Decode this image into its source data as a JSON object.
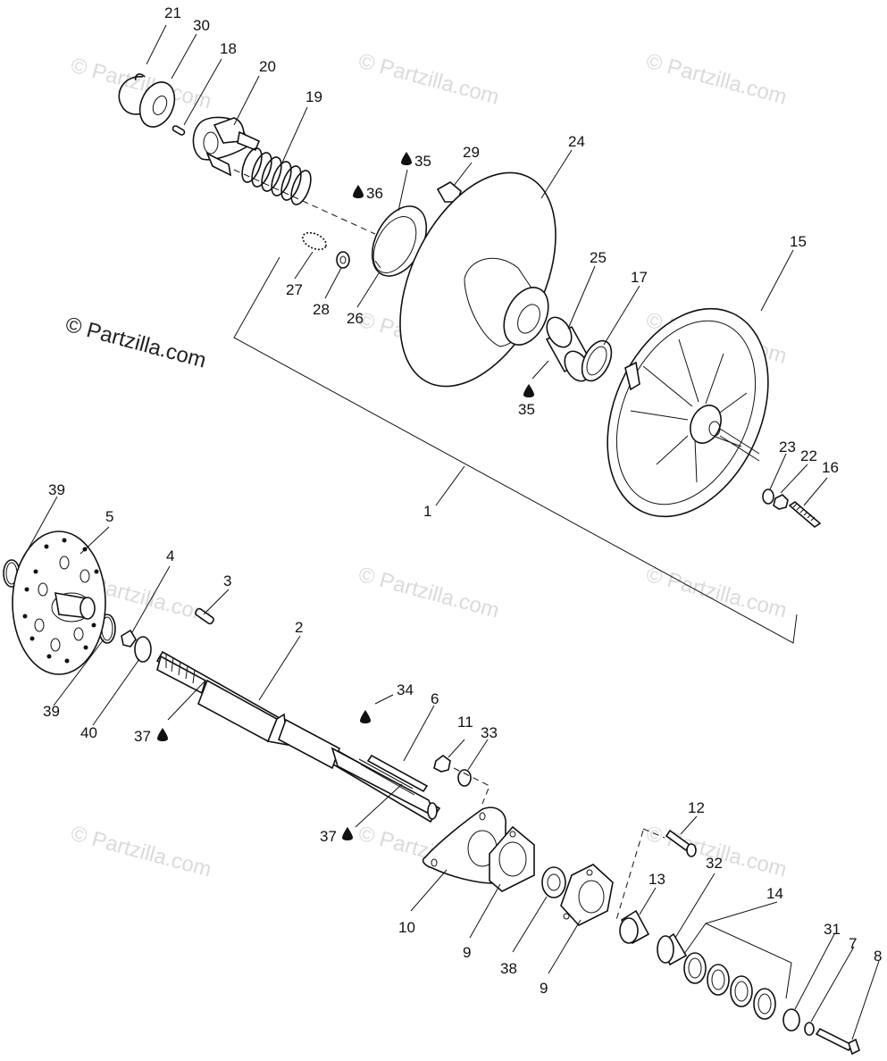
{
  "watermark": "© Partzilla.com",
  "callouts": [
    "21",
    "30",
    "18",
    "20",
    "19",
    "35",
    "36",
    "29",
    "24",
    "27",
    "28",
    "26",
    "25",
    "17",
    "15",
    "35",
    "23",
    "22",
    "16",
    "1",
    "39",
    "5",
    "4",
    "3",
    "2",
    "39",
    "40",
    "37",
    "34",
    "6",
    "11",
    "33",
    "37",
    "12",
    "32",
    "13",
    "14",
    "10",
    "9",
    "38",
    "9",
    "31",
    "7",
    "8"
  ],
  "colors": {
    "ink": "#111111",
    "watermark": "#dadada",
    "background": "#ffffff"
  }
}
